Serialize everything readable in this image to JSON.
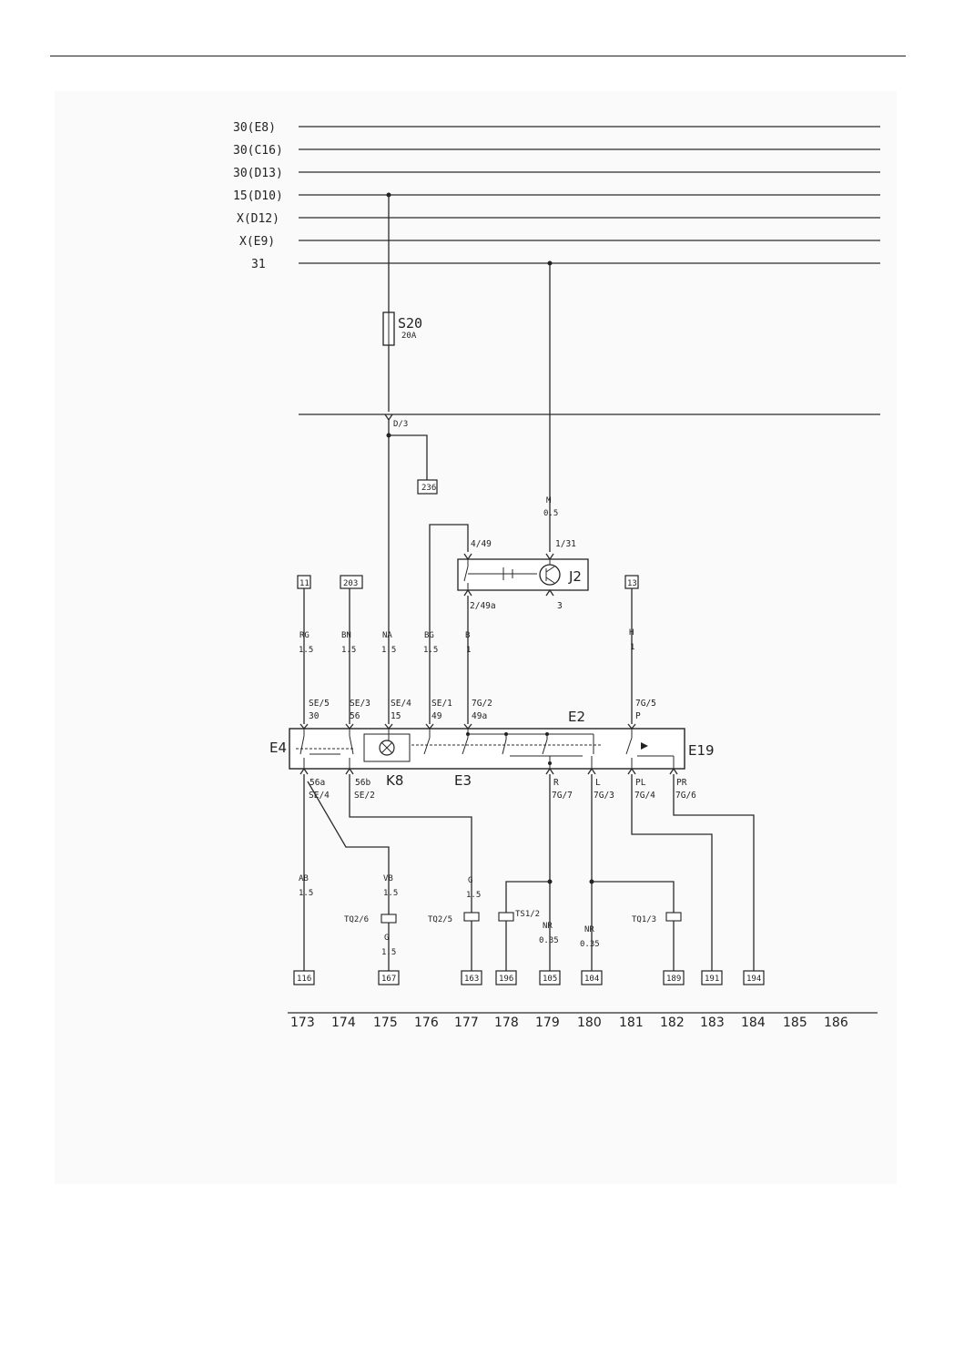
{
  "rails": [
    {
      "label": "30(E8)"
    },
    {
      "label": "30(C16)"
    },
    {
      "label": "30(D13)"
    },
    {
      "label": "15(D10)"
    },
    {
      "label": "X(D12)"
    },
    {
      "label": "X(E9)"
    },
    {
      "label": "31"
    }
  ],
  "fuse": {
    "name": "S20",
    "rating": "20A"
  },
  "connector_d3": "D/3",
  "ref_boxes": [
    "236",
    "11",
    "203",
    "13",
    "116",
    "167",
    "163",
    "196",
    "105",
    "104",
    "189",
    "191",
    "194"
  ],
  "wires": {
    "m05": {
      "color": "M",
      "size": "0.5"
    },
    "rg": {
      "color": "RG",
      "size": "1.5"
    },
    "bn": {
      "color": "BN",
      "size": "1.5"
    },
    "na": {
      "color": "NA",
      "size": "1.5"
    },
    "bg": {
      "color": "BG",
      "size": "1.5"
    },
    "b": {
      "color": "B",
      "size": "1"
    },
    "h": {
      "color": "H",
      "size": "1"
    },
    "ab": {
      "color": "AB",
      "size": "1.5"
    },
    "vb": {
      "color": "VB",
      "size": "1.5"
    },
    "g175": {
      "color": "G",
      "size": "1.5"
    },
    "g177": {
      "color": "G",
      "size": "1.5"
    },
    "nr179": {
      "color": "NR",
      "size": "0.35"
    },
    "nr180": {
      "color": "NR",
      "size": "0.35"
    }
  },
  "j2": {
    "name": "J2",
    "pin_4": "4/49",
    "pin_1": "1/31",
    "pin_2": "2/49a",
    "pin_3": "3"
  },
  "top_pins": [
    {
      "line1": "SE/5",
      "line2": "30"
    },
    {
      "line1": "SE/3",
      "line2": "56"
    },
    {
      "line1": "SE/4",
      "line2": "15"
    },
    {
      "line1": "SE/1",
      "line2": "49"
    },
    {
      "line1": "7G/2",
      "line2": "49a"
    },
    {
      "line1": "7G/5",
      "line2": "P"
    }
  ],
  "bottom_pins": [
    {
      "line1": "56a",
      "line2": "SE/4"
    },
    {
      "line1": "56b",
      "line2": "SE/2"
    },
    {
      "line1": "R",
      "line2": "7G/7"
    },
    {
      "line1": "L",
      "line2": "7G/3"
    },
    {
      "line1": "PL",
      "line2": "7G/4"
    },
    {
      "line1": "PR",
      "line2": "7G/6"
    }
  ],
  "components": {
    "e4": "E4",
    "e2": "E2",
    "e19": "E19",
    "k8": "K8",
    "e3": "E3"
  },
  "connectors": {
    "tq26": "TQ2/6",
    "tq25": "TQ2/5",
    "ts12": "TS1/2",
    "tq13": "TQ1/3"
  },
  "columns": [
    "173",
    "174",
    "175",
    "176",
    "177",
    "178",
    "179",
    "180",
    "181",
    "182",
    "183",
    "184",
    "185",
    "186"
  ]
}
